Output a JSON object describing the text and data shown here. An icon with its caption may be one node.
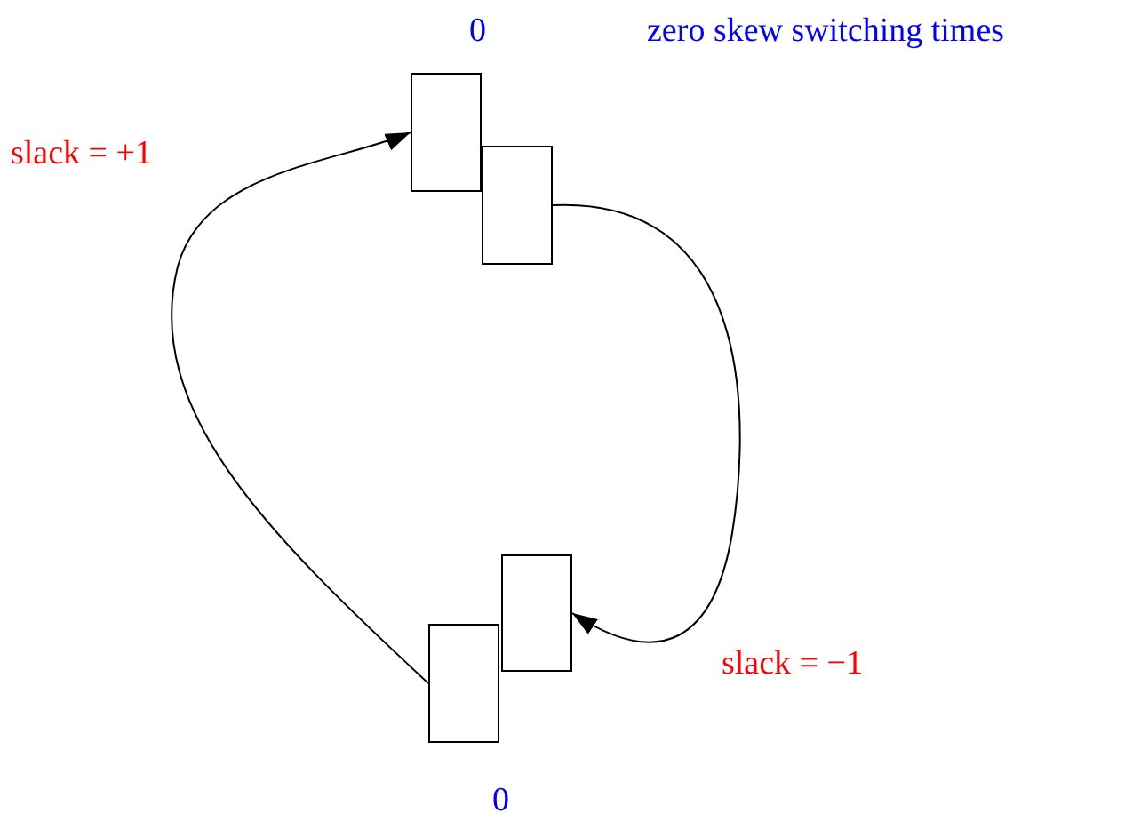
{
  "diagram": {
    "nodes": [
      {
        "text": [],
        "shape": "box"
      },
      {
        "text": [],
        "shape": "box"
      },
      {
        "text": [],
        "shape": "box"
      },
      {
        "text": [],
        "shape": "box"
      }
    ],
    "edges": [
      {
        "from": 1,
        "to": 2,
        "arrow": "to"
      },
      {
        "from": 3,
        "to": 0,
        "arrow": "to"
      }
    ],
    "labels": [
      "0",
      "zero skew switching times",
      "slack = +1",
      "slack = −1",
      "0"
    ]
  }
}
